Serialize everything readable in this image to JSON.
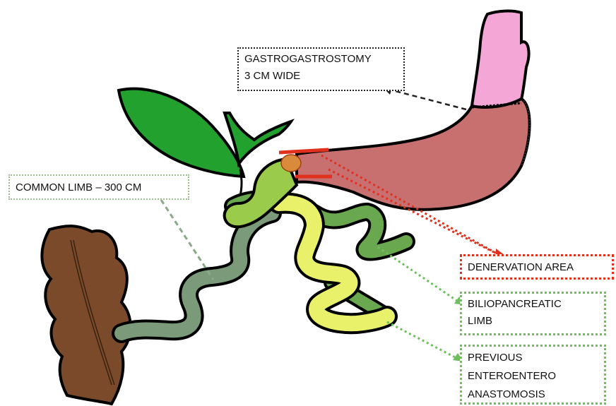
{
  "labels": {
    "gastrogastrostomy": [
      "GASTROGASTROSTOMY",
      "3 CM WIDE"
    ],
    "common_limb": "COMMON LIMB – 300 CM",
    "denervation_area": "DENERVATION AREA",
    "biliopancreatic_limb": [
      "BILIOPANCREATIC",
      "LIMB"
    ],
    "previous_anastomosis": [
      "PREVIOUS",
      "ENTEROENTERO",
      "ANASTOMOSIS"
    ]
  },
  "colors": {
    "esophagus": "#f4a6d7",
    "stomach": "#c87070",
    "duodenum": "#9acb4a",
    "gallbladder_leaf": "#22a12e",
    "common_limb": "#7a9a7a",
    "alimentary_limb": "#e9f06a",
    "biliopancreatic_limb": "#6aa84f",
    "colon": "#7a4a2a",
    "denervation": "#e0301e",
    "callout_green": "#6cbf5a",
    "callout_dark": "#222222"
  }
}
